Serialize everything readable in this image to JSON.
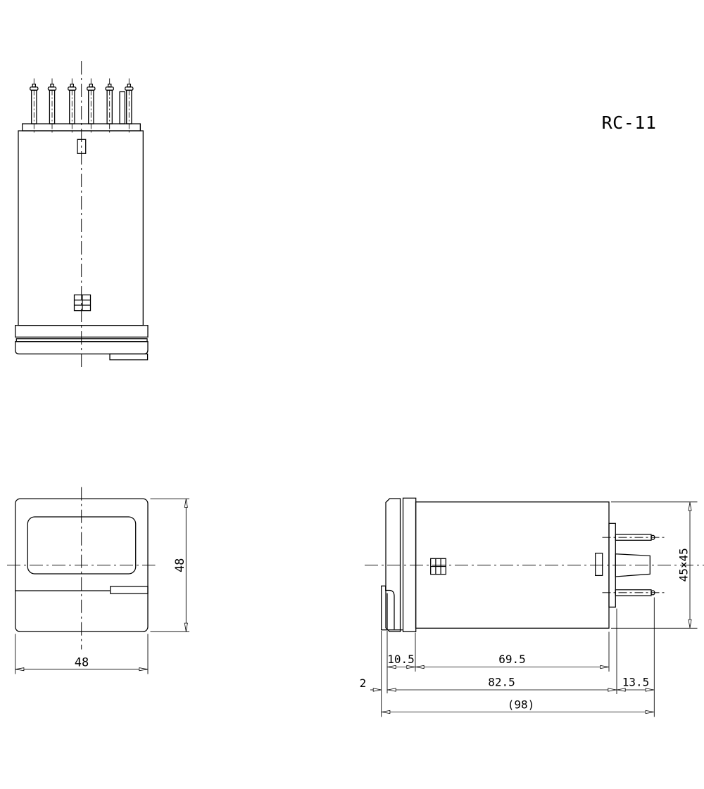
{
  "title": "RC-11",
  "colors": {
    "line": "#000000",
    "background": "#ffffff"
  },
  "views": {
    "front": {
      "pin_count": 6
    },
    "face": {
      "dim_width": "48",
      "dim_height": "48"
    },
    "side": {
      "dim_latch_offset": "2",
      "dim_panel_depth": "10.5",
      "dim_body_length": "69.5",
      "dim_overall_body": "82.5",
      "dim_pin_length": "13.5",
      "dim_total_length": "(98)",
      "dim_face_size": "45×45"
    }
  }
}
